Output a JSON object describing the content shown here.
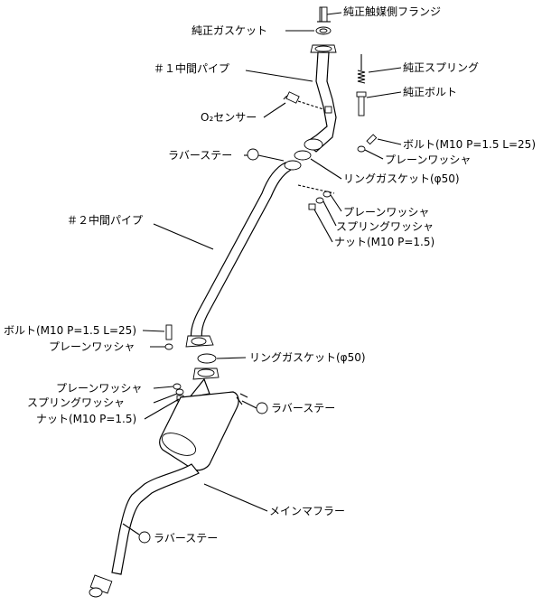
{
  "labels": {
    "cat_flange": "純正触媒側フランジ",
    "stock_gasket": "純正ガスケット",
    "mid_pipe_1": "＃１中間パイプ",
    "stock_spring": "純正スプリング",
    "stock_bolt": "純正ボルト",
    "o2_sensor": "O₂センサー",
    "rubber_stay_1": "ラバーステー",
    "bolt_upper": "ボルト(M10 P=1.5 L=25)",
    "plain_washer_upper": "プレーンワッシャ",
    "ring_gasket_upper": "リングガスケット(φ50)",
    "mid_pipe_2": "＃２中間パイプ",
    "plain_washer_upper_2": "プレーンワッシャ",
    "spring_washer_upper": "スプリングワッシャ",
    "nut_upper": "ナット(M10 P=1.5)",
    "bolt_lower": "ボルト(M10 P=1.5 L=25)",
    "plain_washer_lower_a": "プレーンワッシャ",
    "ring_gasket_lower": "リングガスケット(φ50)",
    "plain_washer_lower_b": "プレーンワッシャ",
    "spring_washer_lower": "スプリングワッシャ",
    "nut_lower": "ナット(M10 P=1.5)",
    "rubber_stay_2": "ラバーステー",
    "main_muffler": "メインマフラー",
    "rubber_stay_3": "ラバーステー"
  }
}
